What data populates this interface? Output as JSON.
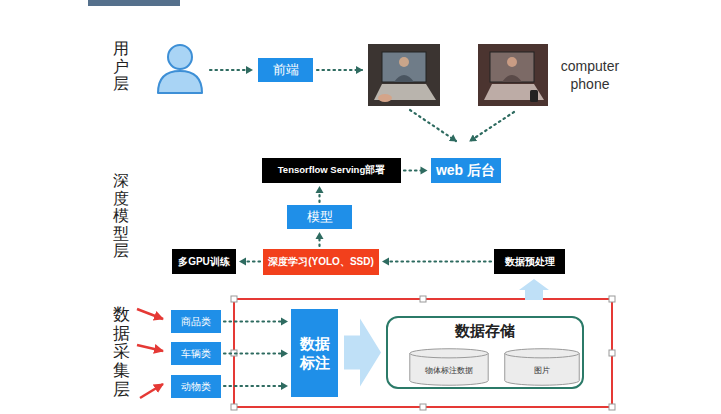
{
  "diagram": {
    "nodes": [
      {
        "text": [
          "前端"
        ]
      },
      {
        "text": [
          "Tensorflow Serving部署"
        ]
      },
      {
        "text": [
          "web 后台"
        ]
      },
      {
        "text": [
          "模型"
        ]
      },
      {
        "text": [
          "多GPU训练"
        ]
      },
      {
        "text": [
          "深度学习(YOLO、SSD)"
        ]
      },
      {
        "text": [
          "数据预处理"
        ]
      },
      {
        "text": [
          "商品类"
        ]
      },
      {
        "text": [
          "车辆类"
        ]
      },
      {
        "text": [
          "动物类"
        ]
      },
      {
        "text": [
          "数据 标注"
        ]
      },
      {
        "text": [
          "数据存储"
        ]
      },
      {
        "text": [
          "物体标注数据"
        ],
        "in": 11
      },
      {
        "text": [
          "图片"
        ],
        "in": 11
      }
    ],
    "edges": [
      {
        "from": 1,
        "to": 2,
        "arrow": "to"
      },
      {
        "from": 3,
        "to": 1,
        "arrow": "to"
      },
      {
        "from": 5,
        "to": 3,
        "arrow": "to"
      },
      {
        "from": 5,
        "to": 4,
        "arrow": "to"
      },
      {
        "from": 6,
        "to": 5,
        "arrow": "to"
      },
      {
        "from": 7,
        "to": 10,
        "arrow": "to"
      },
      {
        "from": 8,
        "to": 10,
        "arrow": "to"
      },
      {
        "from": 9,
        "to": 10,
        "arrow": "to"
      },
      {
        "from": 10,
        "to": 11,
        "arrow": "to"
      }
    ],
    "labels": [
      "用户层",
      "深度模型层",
      "数据采集层",
      "computer phone"
    ]
  }
}
